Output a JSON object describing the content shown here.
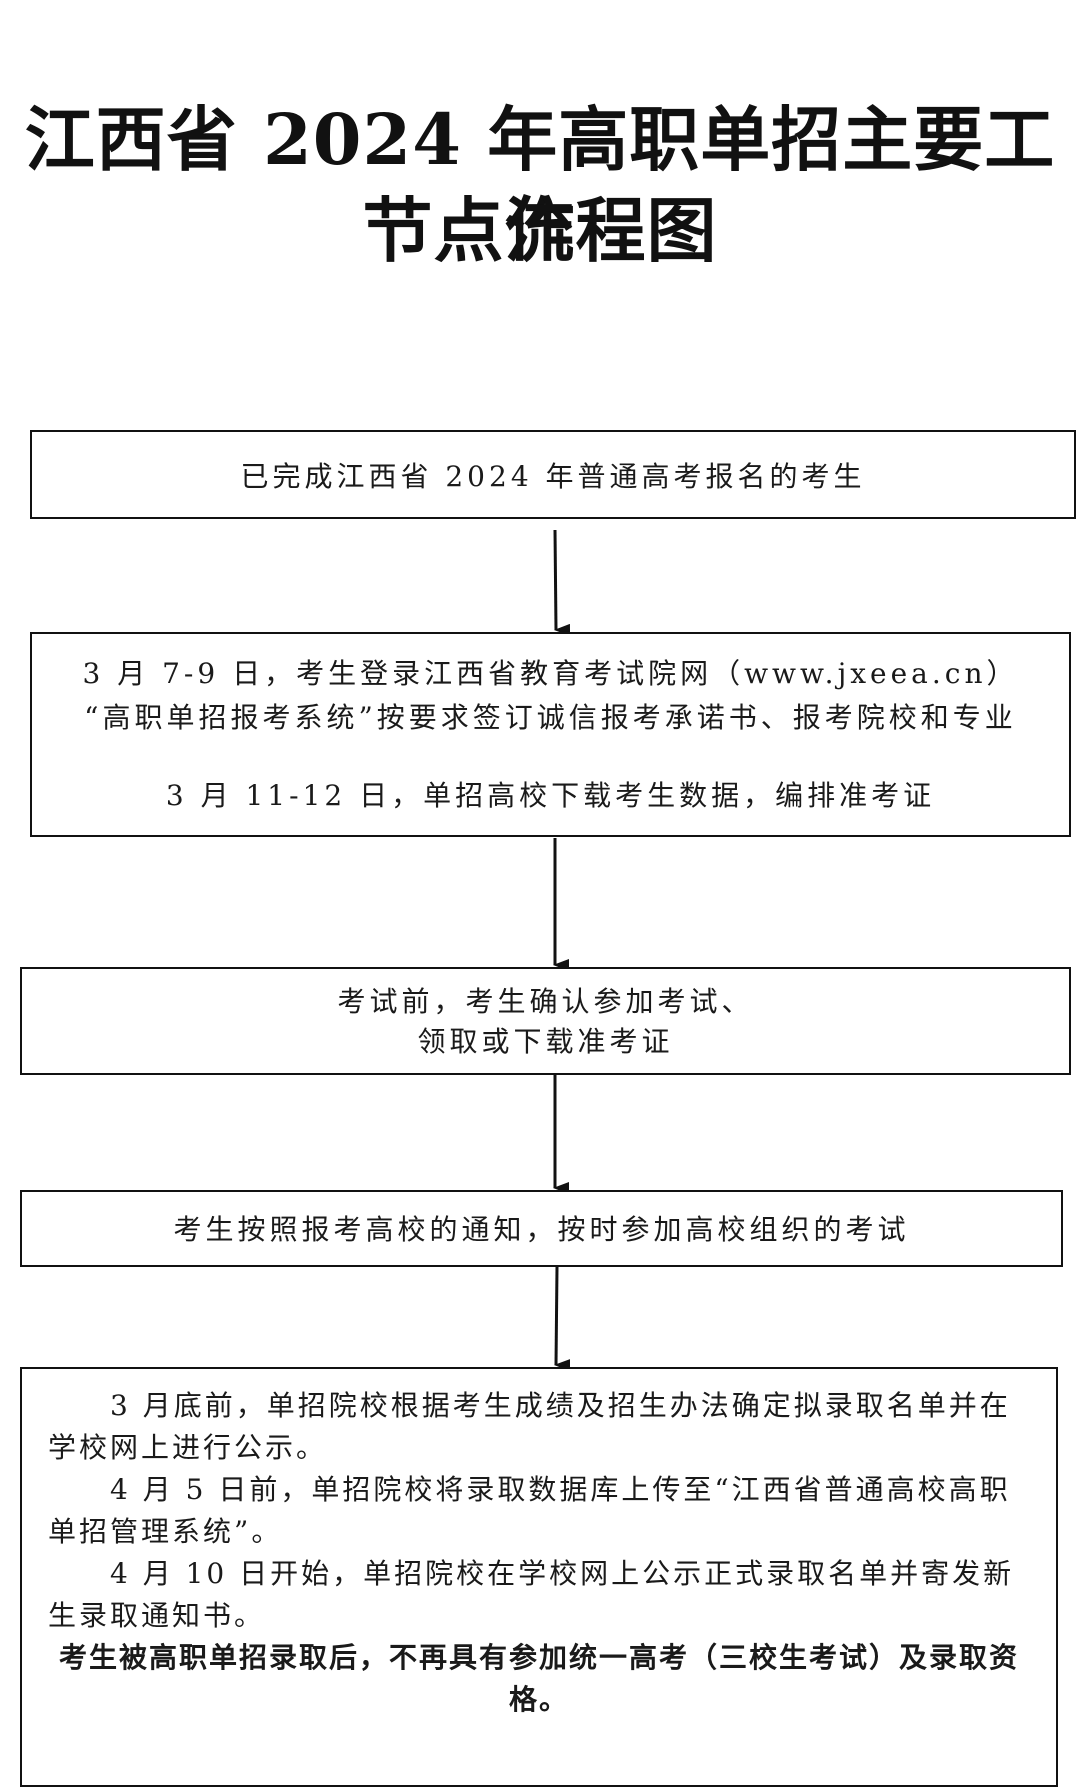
{
  "title": {
    "line1": "江西省 2024 年高职单招主要工作",
    "line2": "节点流程图"
  },
  "steps": [
    {
      "lines": [
        "已完成江西省 2024 年普通高考报名的考生"
      ]
    },
    {
      "lines": [
        "3 月 7-9 日，考生登录江西省教育考试院网（www.jxeea.cn）",
        "“高职单招报考系统”按要求签订诚信报考承诺书、报考院校和专业",
        "3 月 11-12 日，单招高校下载考生数据，编排准考证"
      ]
    },
    {
      "lines": [
        "考试前，考生确认参加考试、",
        "领取或下载准考证"
      ]
    },
    {
      "lines": [
        "考生按照报考高校的通知，按时参加高校组织的考试"
      ]
    },
    {
      "paragraphs": [
        "3 月底前，单招院校根据考生成绩及招生办法确定拟录取名单并在学校网上进行公示。",
        "4 月 5 日前，单招院校将录取数据库上传至“江西省普通高校高职单招管理系统”。",
        "4 月 10 日开始，单招院校在学校网上公示正式录取名单并寄发新生录取通知书。"
      ],
      "emphasis": "考生被高职单招录取后，不再具有参加统一高考（三校生考试）及录取资格。"
    }
  ],
  "colors": {
    "line": "#111111",
    "background": "#ffffff"
  }
}
